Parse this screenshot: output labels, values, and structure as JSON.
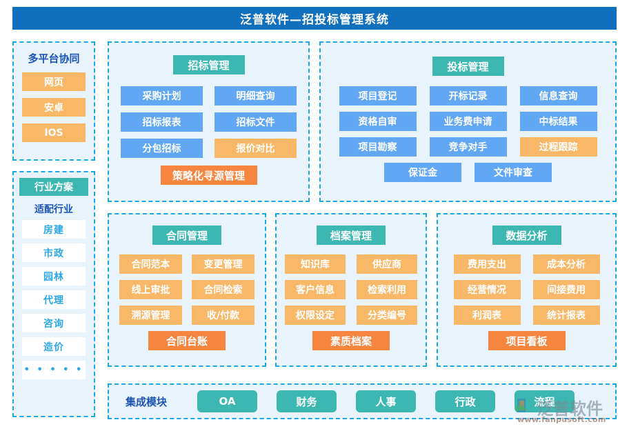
{
  "header": {
    "title": "泛普软件—招投标管理系统"
  },
  "sidebar": {
    "platform": {
      "title": "多平台协同",
      "items": [
        "网页",
        "安卓",
        "IOS"
      ]
    },
    "industry": {
      "header": "行业方案",
      "subtitle": "适配行业",
      "items": [
        "房建",
        "市政",
        "园林",
        "代理",
        "咨询",
        "造价",
        "• • • • •"
      ]
    }
  },
  "modules": {
    "bid": {
      "title": "招标管理",
      "cells": [
        {
          "label": "采购计划",
          "color": "blue"
        },
        {
          "label": "明细查询",
          "color": "blue"
        },
        {
          "label": "招标报表",
          "color": "blue"
        },
        {
          "label": "招标文件",
          "color": "blue"
        },
        {
          "label": "分包招标",
          "color": "blue"
        },
        {
          "label": "报价对比",
          "color": "lorange"
        }
      ],
      "footer": {
        "label": "策略化寻源管理",
        "color": "dorange"
      }
    },
    "tender": {
      "title": "投标管理",
      "cells": [
        {
          "label": "项目登记",
          "color": "blue"
        },
        {
          "label": "开标记录",
          "color": "blue"
        },
        {
          "label": "信息查询",
          "color": "blue"
        },
        {
          "label": "资格自审",
          "color": "blue"
        },
        {
          "label": "业务费申请",
          "color": "blue"
        },
        {
          "label": "中标结果",
          "color": "blue"
        },
        {
          "label": "项目勘察",
          "color": "blue"
        },
        {
          "label": "竞争对手",
          "color": "blue"
        },
        {
          "label": "过程跟踪",
          "color": "lorange"
        },
        {
          "label": "保证金",
          "color": "blue"
        },
        {
          "label": "文件审查",
          "color": "blue"
        }
      ],
      "footer": null
    },
    "contract": {
      "title": "合同管理",
      "cells": [
        {
          "label": "合同范本",
          "color": "lorange"
        },
        {
          "label": "变更管理",
          "color": "lorange"
        },
        {
          "label": "线上审批",
          "color": "lorange"
        },
        {
          "label": "合同检索",
          "color": "lorange"
        },
        {
          "label": "溯源管理",
          "color": "lorange"
        },
        {
          "label": "收/付款",
          "color": "lorange"
        }
      ],
      "footer": {
        "label": "合同台账",
        "color": "dorange"
      }
    },
    "archive": {
      "title": "档案管理",
      "cells": [
        {
          "label": "知识库",
          "color": "lorange"
        },
        {
          "label": "供应商",
          "color": "lorange"
        },
        {
          "label": "客户信息",
          "color": "lorange"
        },
        {
          "label": "检索利用",
          "color": "lorange"
        },
        {
          "label": "权限设定",
          "color": "lorange"
        },
        {
          "label": "分类编号",
          "color": "lorange"
        }
      ],
      "footer": {
        "label": "素质档案",
        "color": "dorange"
      }
    },
    "analysis": {
      "title": "数据分析",
      "cells": [
        {
          "label": "费用支出",
          "color": "lorange"
        },
        {
          "label": "成本分析",
          "color": "lorange"
        },
        {
          "label": "经营情况",
          "color": "lorange"
        },
        {
          "label": "间接费用",
          "color": "lorange"
        },
        {
          "label": "利润表",
          "color": "lorange"
        },
        {
          "label": "统计报表",
          "color": "lorange"
        }
      ],
      "footer": {
        "label": "项目看板",
        "color": "dorange"
      }
    }
  },
  "integration": {
    "label": "集成模块",
    "items": [
      "OA",
      "财务",
      "人事",
      "行政",
      "流程"
    ]
  },
  "watermark": {
    "brand": "泛普软件",
    "url": "www.fanpusoft.com"
  },
  "colors": {
    "header_bg": "#1170bd",
    "panel_bg": "#e8f3fc",
    "panel_border": "#17a8e8",
    "teal": "#3cb7b2",
    "blue": "#62a7f4",
    "light_orange": "#f8b868",
    "dark_orange": "#f5853f",
    "title_blue": "#1b54b5",
    "link_blue": "#2aa7e8"
  }
}
